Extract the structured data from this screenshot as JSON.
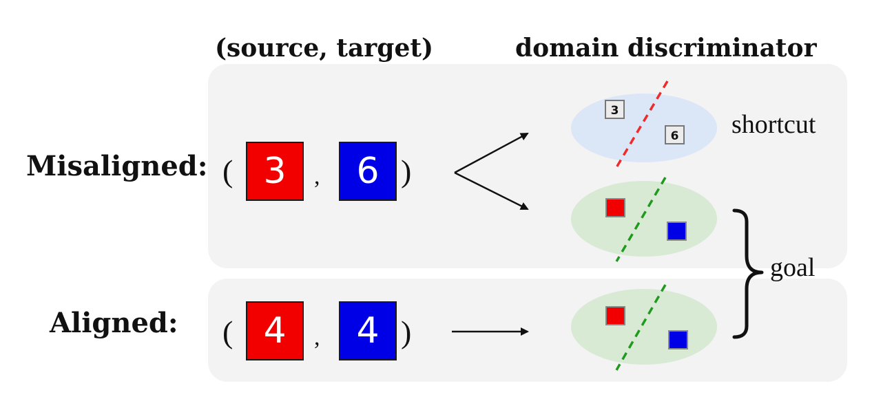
{
  "headings": {
    "pair": "(source, target)",
    "discriminator": "domain discriminator"
  },
  "rows": {
    "misaligned": {
      "label": "Misaligned:",
      "open_paren": "(",
      "close_paren": ")",
      "comma": ",",
      "source_digit": "3",
      "target_digit": "6"
    },
    "aligned": {
      "label": "Aligned:",
      "open_paren": "(",
      "close_paren": ")",
      "comma": ",",
      "source_digit": "4",
      "target_digit": "4"
    }
  },
  "outcomes": {
    "shortcut_label": "shortcut",
    "goal_label": "goal",
    "shortcut_source_digit": "3",
    "shortcut_target_digit": "6"
  },
  "colors": {
    "source": "#f20000",
    "target": "#0000e6",
    "shortcut_ellipse": "#dbe6f7",
    "goal_ellipse": "#d8e9d4",
    "shortcut_boundary": "#ef2a2a",
    "goal_boundary": "#1f9a1f",
    "panel": "#f3f3f3"
  }
}
